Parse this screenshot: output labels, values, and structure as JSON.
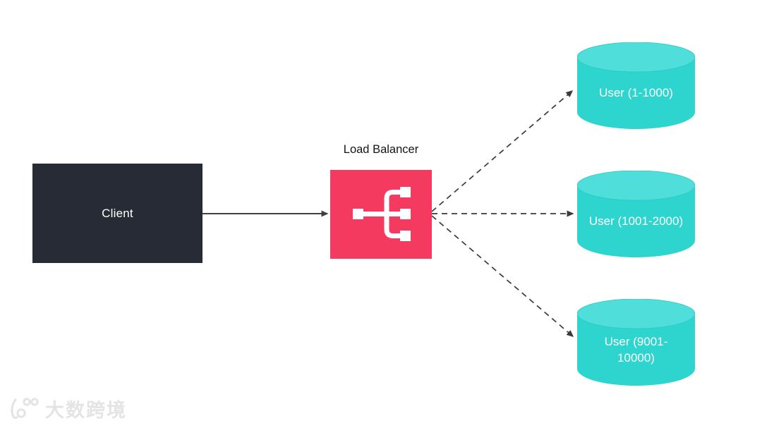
{
  "diagram": {
    "title": "",
    "nodes": {
      "client": {
        "label": "Client",
        "bg_color": "#262b36",
        "text_color": "#ffffff"
      },
      "load_balancer": {
        "title": "Load Balancer",
        "bg_color": "#f43a5f",
        "icon": "load-balancer-icon",
        "icon_color": "#ffffff"
      },
      "databases": [
        {
          "label": "User (1-1000)"
        },
        {
          "label": "User (1001-2000)"
        },
        {
          "label": "User (9001-10000)"
        }
      ]
    },
    "edges": [
      {
        "from": "client",
        "to": "load-balancer",
        "style": "solid",
        "arrow": "end"
      },
      {
        "from": "load-balancer",
        "to": "user-db-1",
        "style": "dashed",
        "arrow": "end"
      },
      {
        "from": "load-balancer",
        "to": "user-db-2",
        "style": "dashed",
        "arrow": "end"
      },
      {
        "from": "load-balancer",
        "to": "user-db-3",
        "style": "dashed",
        "arrow": "end"
      }
    ],
    "colors": {
      "database_body": "#2ed4ce",
      "database_top": "#4fdeda",
      "database_text": "#ffffff",
      "arrow": "#3e4044",
      "background": "#ffffff"
    }
  },
  "watermark": {
    "logo": "100-script-logo",
    "text": "大数跨境",
    "color": "#e4e4e4"
  }
}
